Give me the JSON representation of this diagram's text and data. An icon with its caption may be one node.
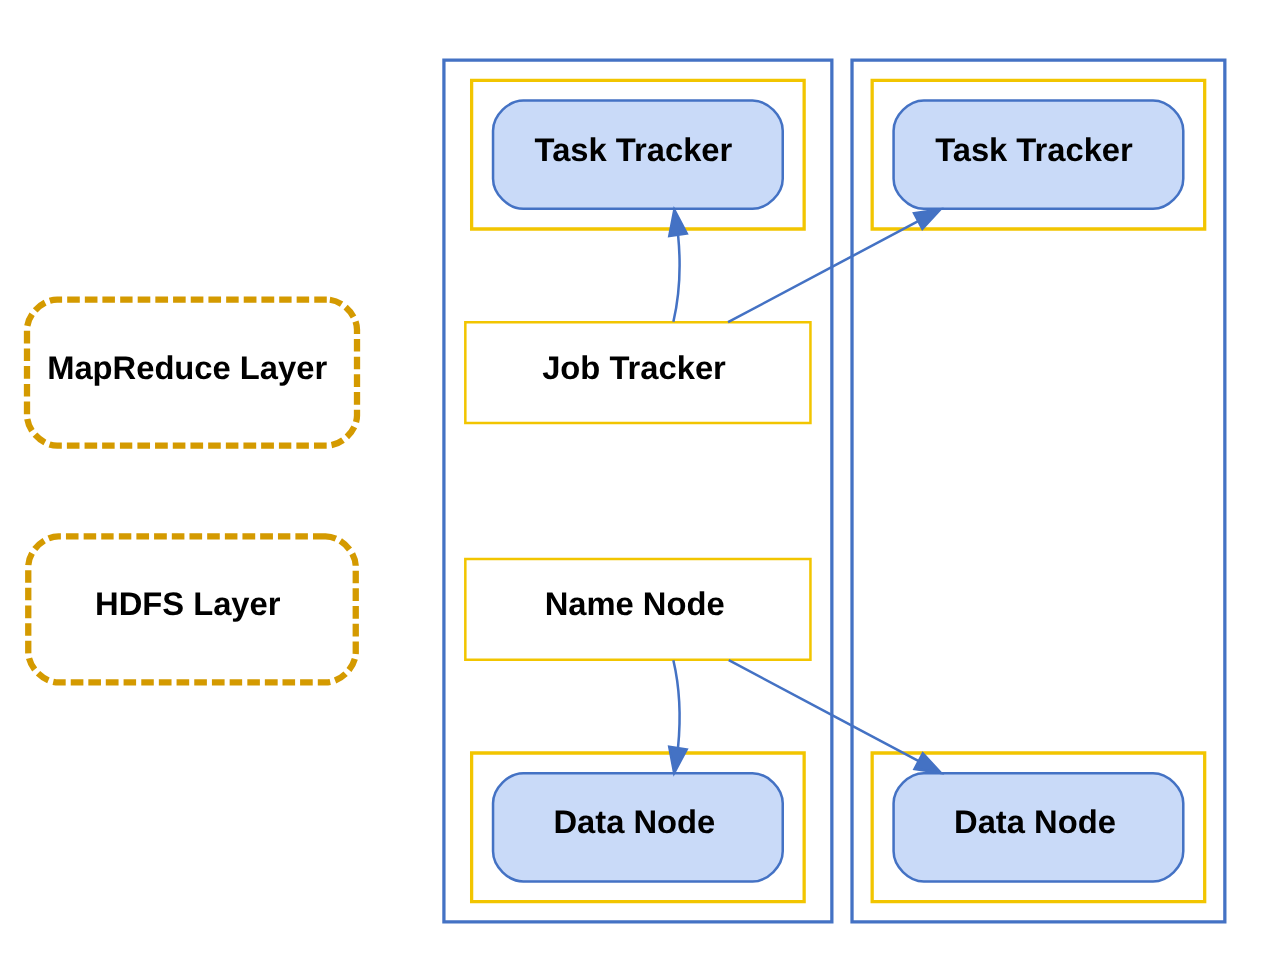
{
  "diagram": {
    "nodes": [
      {
        "text": [],
        "shape": "box"
      },
      {
        "text": [],
        "shape": "box",
        "in": 0
      },
      {
        "text": [
          "Task Tracker"
        ],
        "in": 1
      },
      {
        "text": [
          "Job Tracker"
        ],
        "in": 0
      },
      {
        "text": [
          "Name Node"
        ],
        "in": 0
      },
      {
        "text": [],
        "shape": "box",
        "in": 0
      },
      {
        "text": [
          "Data Node"
        ],
        "in": 5
      },
      {
        "text": [],
        "shape": "box"
      },
      {
        "text": [],
        "shape": "box",
        "in": 7
      },
      {
        "text": [
          "Task Tracker"
        ],
        "in": 8
      },
      {
        "text": [],
        "shape": "box",
        "in": 7
      },
      {
        "text": [
          "Data Node"
        ],
        "in": 10
      },
      {
        "text": [
          "MapReduce Layer"
        ]
      },
      {
        "text": [
          "HDFS Layer"
        ]
      }
    ],
    "edges": [
      {
        "from": 3,
        "to": 2,
        "arrow": "to"
      },
      {
        "from": 3,
        "to": 9,
        "arrow": "to"
      },
      {
        "from": 4,
        "to": 6,
        "arrow": "to"
      },
      {
        "from": 4,
        "to": 11,
        "arrow": "to"
      }
    ]
  }
}
